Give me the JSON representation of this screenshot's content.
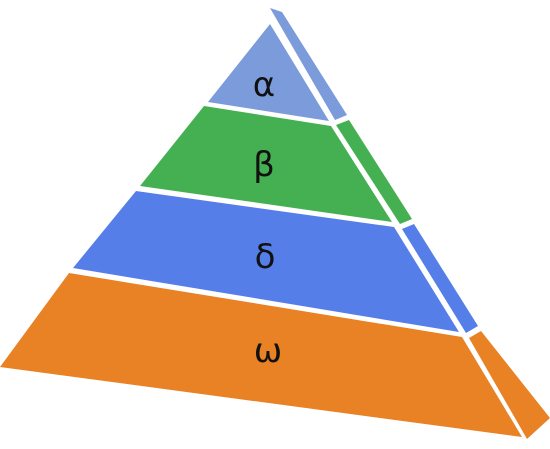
{
  "tiers": [
    {
      "label": "α",
      "front_color": "#7B9BDB",
      "side_color": "#7B9BDB"
    },
    {
      "label": "β",
      "front_color": "#45B052",
      "side_color": "#45B052"
    },
    {
      "label": "δ",
      "front_color": "#557EE8",
      "side_color": "#557EE8"
    },
    {
      "label": "ω",
      "front_color": "#E88224",
      "side_color": "#E88224"
    }
  ],
  "separator_color": "#FFFFFF"
}
